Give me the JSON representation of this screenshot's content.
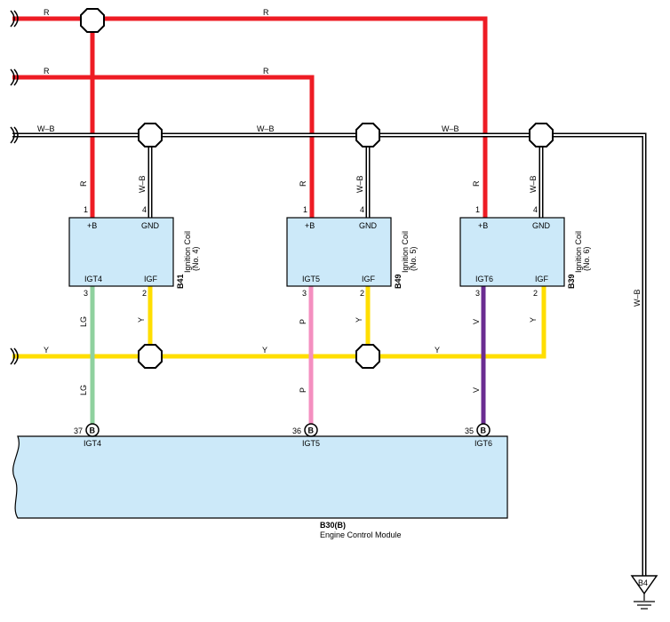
{
  "wire_colors": {
    "R": "#ee1c24",
    "Y": "#ffde00",
    "LG": "#8fd19e",
    "P": "#f48fc0",
    "V": "#6a2c91",
    "W_B": "#ffffff",
    "box_fill": "#cce9f9"
  },
  "top_wires": {
    "r1_left": "R",
    "r1_right": "R",
    "r2_left": "R",
    "r2_right": "R",
    "wb_a": "W–B",
    "wb_b": "W–B",
    "wb_c": "W–B",
    "wb_vertical": "W–B",
    "y_a": "Y",
    "y_b": "Y",
    "y_c": "Y"
  },
  "coils": [
    {
      "code": "B41",
      "name": "Ignition Coil",
      "sub": "(No. 4)",
      "pin_b": "+B",
      "pin_gnd": "GND",
      "pin_igt": "IGT4",
      "pin_igf": "IGF",
      "num_b": "1",
      "num_gnd": "4",
      "num_igt": "3",
      "num_igf": "2",
      "wire_b": "R",
      "wire_gnd": "W–B",
      "wire_igt_top": "LG",
      "wire_igt_bottom": "LG",
      "wire_igf": "Y"
    },
    {
      "code": "B49",
      "name": "Ignition Coil",
      "sub": "(No. 5)",
      "pin_b": "+B",
      "pin_gnd": "GND",
      "pin_igt": "IGT5",
      "pin_igf": "IGF",
      "num_b": "1",
      "num_gnd": "4",
      "num_igt": "3",
      "num_igf": "2",
      "wire_b": "R",
      "wire_gnd": "W–B",
      "wire_igt_top": "P",
      "wire_igt_bottom": "P",
      "wire_igf": "Y"
    },
    {
      "code": "B39",
      "name": "Ignition Coil",
      "sub": "(No. 6)",
      "pin_b": "+B",
      "pin_gnd": "GND",
      "pin_igt": "IGT6",
      "pin_igf": "IGF",
      "num_b": "1",
      "num_gnd": "4",
      "num_igt": "3",
      "num_igf": "2",
      "wire_b": "R",
      "wire_gnd": "W–B",
      "wire_igt_top": "V",
      "wire_igt_bottom": "V",
      "wire_igf": "Y"
    }
  ],
  "ecm": {
    "code": "B30(B)",
    "name": "Engine Control Module",
    "connector_letter": "B",
    "pins": [
      {
        "num": "37",
        "label": "IGT4"
      },
      {
        "num": "36",
        "label": "IGT5"
      },
      {
        "num": "35",
        "label": "IGT6"
      }
    ]
  },
  "ground": {
    "label": "B4"
  }
}
